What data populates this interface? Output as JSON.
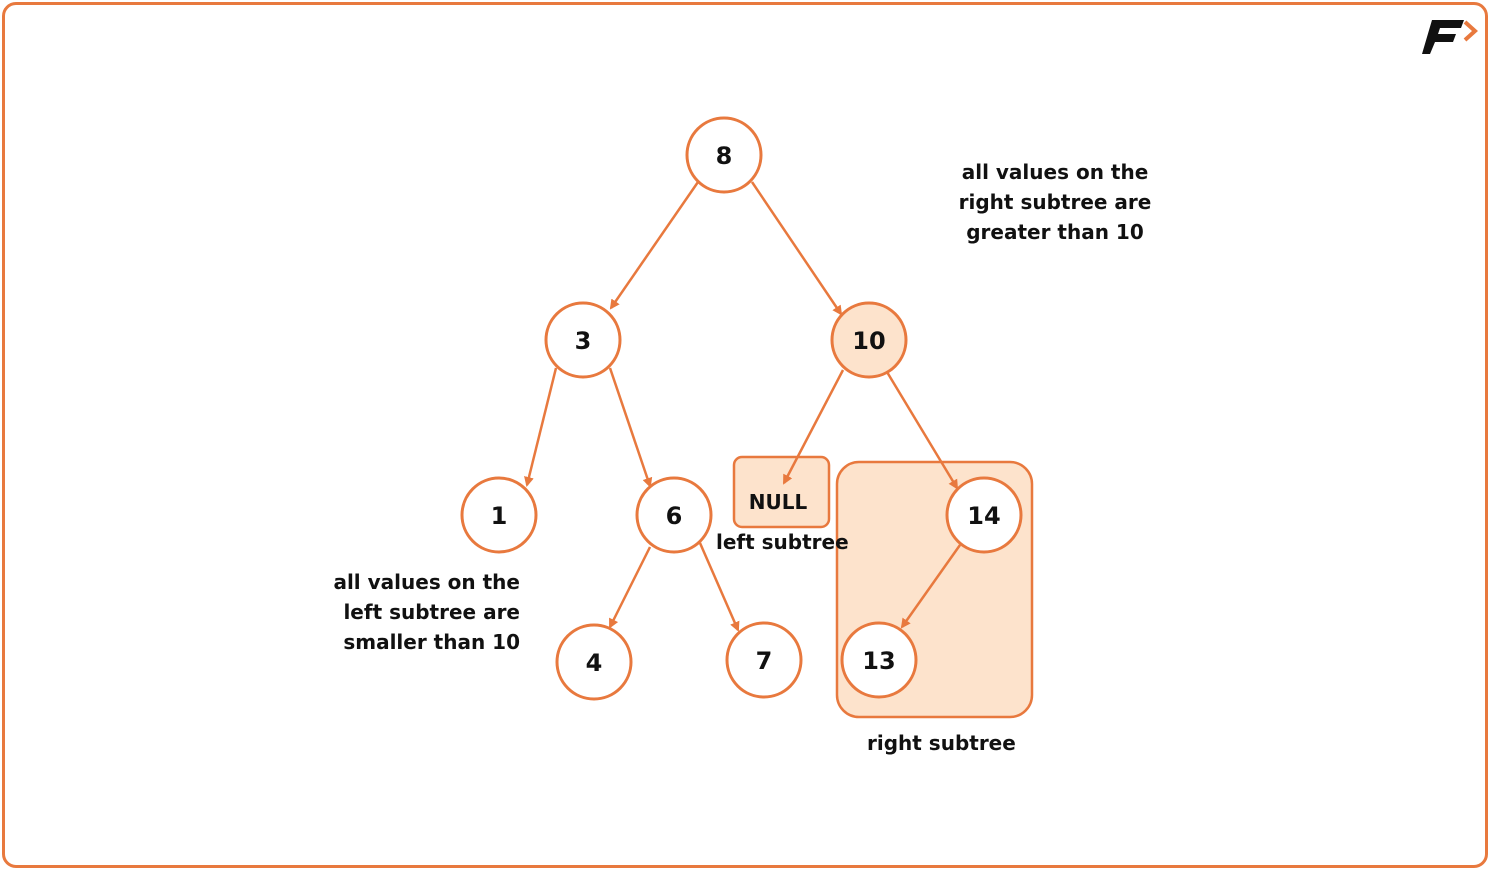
{
  "nodes": {
    "n8": "8",
    "n3": "3",
    "n10": "10",
    "n1": "1",
    "n6": "6",
    "n14": "14",
    "n4": "4",
    "n7": "7",
    "n13": "13"
  },
  "null_box": "NULL",
  "labels": {
    "left_subtree": "left subtree",
    "right_subtree": "right subtree"
  },
  "notes": {
    "right": [
      "all values on the",
      "right subtree are",
      "greater than 10"
    ],
    "left": [
      "all values on the",
      "left subtree are",
      "smaller than 10"
    ]
  },
  "colors": {
    "accent": "#e8793e",
    "highlight_fill": "#fde3cc",
    "text": "#111111",
    "logo": "#111111"
  },
  "logo_icon": "brand-f-arrow-logo"
}
